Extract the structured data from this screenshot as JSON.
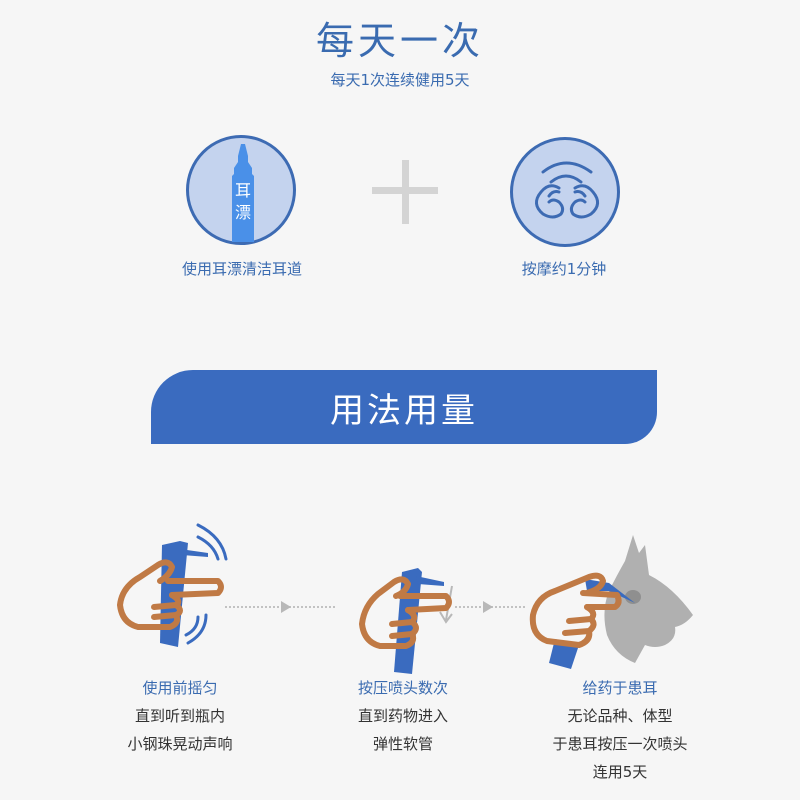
{
  "header": {
    "title": "每天一次",
    "subtitle": "每天1次连续健用5天"
  },
  "steps_top": [
    {
      "icon": "ear-cleaner-bottle-icon",
      "bottle_text_1": "耳",
      "bottle_text_2": "漂",
      "label": "使用耳漂清洁耳道"
    },
    {
      "icon": "massage-hands-icon",
      "label": "按摩约1分钟"
    }
  ],
  "plus_icon": "plus-icon",
  "banner": {
    "label": "用法用量"
  },
  "colors": {
    "primary_blue": "#3a6bbf",
    "circle_fill": "#c4d3ee",
    "bottle_blue": "#4a90e8",
    "hand_brown": "#c07a45",
    "dog_gray": "#b0b0b0",
    "background": "#f6f6f6"
  },
  "steps_bottom": [
    {
      "icon": "shake-bottle-hand-icon",
      "heading": "使用前摇匀",
      "lines": [
        "直到听到瓶内",
        "小钢珠晃动声响"
      ]
    },
    {
      "icon": "press-nozzle-hand-icon",
      "heading": "按压喷头数次",
      "lines": [
        "直到药物进入",
        "弹性软管"
      ]
    },
    {
      "icon": "apply-to-dog-ear-icon",
      "heading": "给药于患耳",
      "lines": [
        "无论品种、体型",
        "于患耳按压一次喷头",
        "连用5天"
      ]
    }
  ]
}
